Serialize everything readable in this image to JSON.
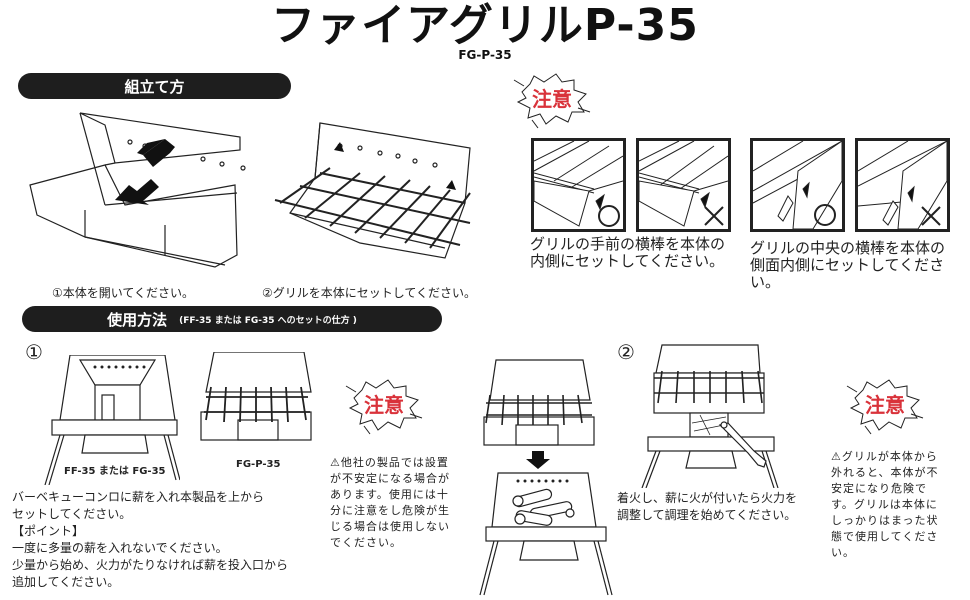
{
  "header": {
    "title": "ファイアグリルP-35",
    "model_code": "FG-P-35"
  },
  "assembly": {
    "section_label": "組立て方",
    "steps": [
      {
        "label": "①本体を開いてください。",
        "illustration": "open-body"
      },
      {
        "label": "②グリルを本体にセットしてください。",
        "illustration": "set-grill"
      }
    ]
  },
  "caution_top": {
    "badge": "注意",
    "panels": [
      {
        "mark": "○",
        "meaning": "correct"
      },
      {
        "mark": "×",
        "meaning": "incorrect"
      },
      {
        "mark": "○",
        "meaning": "correct"
      },
      {
        "mark": "×",
        "meaning": "incorrect"
      }
    ],
    "notes": [
      {
        "line1": "グリルの手前の横棒を本体の",
        "line2": "内側にセットしてください。"
      },
      {
        "line1": "グリルの中央の横棒を本体の",
        "line2": "側面内側にセットしてくださ",
        "line3": "い。"
      }
    ]
  },
  "usage": {
    "section_label": "使用方法",
    "section_note": "(FF-35 または FG-35 へのセットの仕方 )",
    "step1": {
      "number": "①",
      "model_a": "FF-35 または FG-35",
      "model_b": "FG-P-35",
      "text": [
        "バーベキューコンロに薪を入れ本製品を上から",
        "セットしてください。",
        "【ポイント】",
        "一度に多量の薪を入れないでください。",
        "少量から始め、火力がたりなければ薪を投入口から",
        "追加してください。"
      ],
      "caution_badge": "注意",
      "caution_text": [
        "⚠他社の製品では設置",
        "が不安定になる場合が",
        "あります。使用には十",
        "分に注意をし危険が生",
        "じる場合は使用しない",
        "でください。"
      ]
    },
    "step2": {
      "number": "②",
      "text": [
        "着火し、薪に火が付いたら火力を",
        "調整して調理を始めてください。"
      ],
      "caution_badge": "注意",
      "caution_text": [
        "⚠グリルが本体から",
        "外れると、本体が不",
        "安定になり危険で",
        "す。グリルは本体に",
        "しっかりはまった状",
        "態で使用してくださ",
        "い。"
      ]
    }
  },
  "colors": {
    "caution_red": "#d9323a",
    "pill_bg": "#1e1e1e",
    "line": "#222222"
  }
}
